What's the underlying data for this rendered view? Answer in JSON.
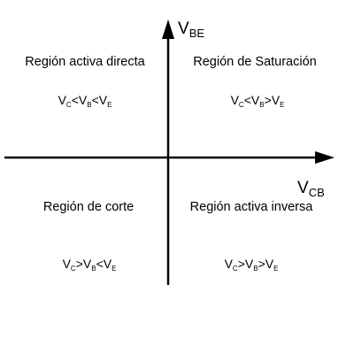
{
  "axes": {
    "vertical": {
      "main": "V",
      "sub": "BE"
    },
    "horizontal": {
      "main": "V",
      "sub": "CB"
    }
  },
  "regions": {
    "top_left": {
      "title": "Región activa directa",
      "condition": [
        {
          "v": "V",
          "s": "C"
        },
        {
          "op": "<"
        },
        {
          "v": "V",
          "s": "B"
        },
        {
          "op": "<"
        },
        {
          "v": "V",
          "s": "E"
        }
      ]
    },
    "top_right": {
      "title": "Región de Saturación",
      "condition": [
        {
          "v": "V",
          "s": "C"
        },
        {
          "op": "<"
        },
        {
          "v": "V",
          "s": "B"
        },
        {
          "op": ">"
        },
        {
          "v": "V",
          "s": "E"
        }
      ]
    },
    "bottom_left": {
      "title": "Región de corte",
      "condition": [
        {
          "v": "V",
          "s": "C"
        },
        {
          "op": ">"
        },
        {
          "v": "V",
          "s": "B"
        },
        {
          "op": "<"
        },
        {
          "v": "V",
          "s": "E"
        }
      ]
    },
    "bottom_right": {
      "title": "Región activa inversa",
      "condition": [
        {
          "v": "V",
          "s": "C"
        },
        {
          "op": ">"
        },
        {
          "v": "V",
          "s": "B"
        },
        {
          "op": ">"
        },
        {
          "v": "V",
          "s": "E"
        }
      ]
    }
  }
}
